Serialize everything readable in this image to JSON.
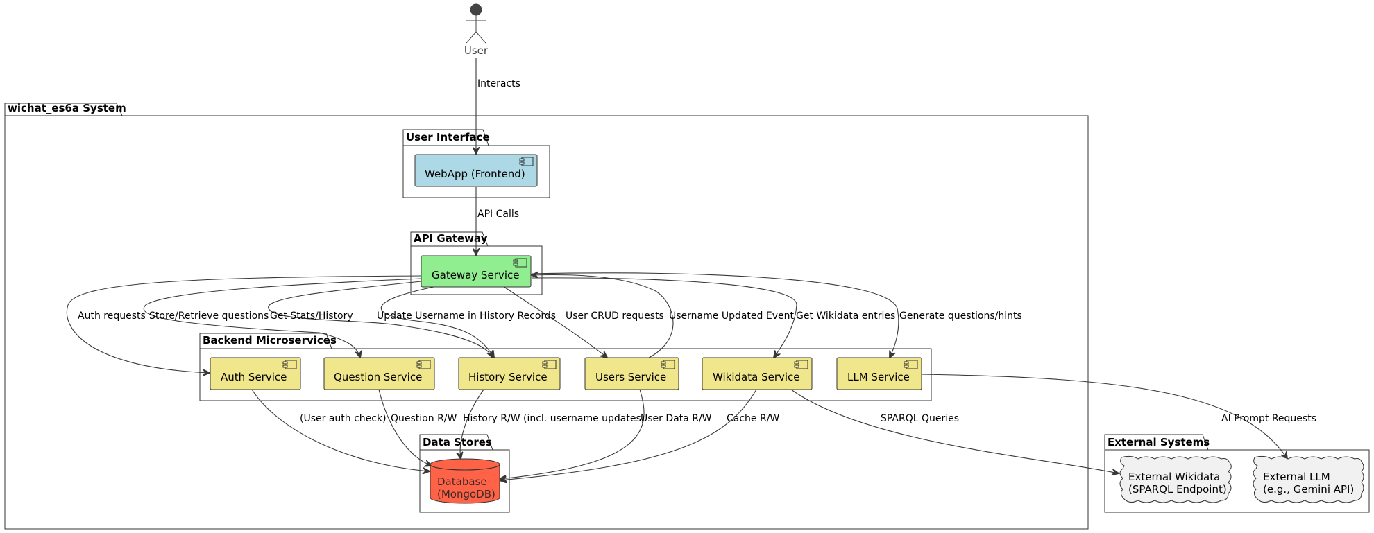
{
  "actor": {
    "label": "User"
  },
  "packages": {
    "system": "wichat_es6a System",
    "ui": "User Interface",
    "gateway": "API Gateway",
    "backend": "Backend Microservices",
    "datastores": "Data Stores",
    "external": "External Systems"
  },
  "components": {
    "webapp": "WebApp (Frontend)",
    "gateway": "Gateway Service",
    "auth": "Auth Service",
    "question": "Question Service",
    "history": "History Service",
    "users": "Users Service",
    "wikidata": "Wikidata Service",
    "llm": "LLM Service"
  },
  "database": {
    "line1": "Database",
    "line2": "(MongoDB)"
  },
  "external": {
    "wikidata_line1": "External Wikidata",
    "wikidata_line2": "(SPARQL Endpoint)",
    "llm_line1": "External LLM",
    "llm_line2": "(e.g., Gemini API)"
  },
  "edges": {
    "interacts": "Interacts",
    "api_calls": "API Calls",
    "auth_requests": "Auth requests",
    "store_questions": "Store/Retrieve questions",
    "get_stats": "Get Stats/History",
    "update_username": "Update Username in History Records",
    "user_crud": "User CRUD requests",
    "username_event": "Username Updated Event",
    "get_wikidata": "Get Wikidata entries",
    "generate_questions": "Generate questions/hints",
    "user_auth_check": "(User auth check)",
    "question_rw": "Question R/W",
    "history_rw": "History R/W (incl. username updates)",
    "user_data_rw": "User Data R/W",
    "cache_rw": "Cache R/W",
    "sparql": "SPARQL Queries",
    "ai_prompt": "AI Prompt Requests"
  },
  "colors": {
    "webapp": "#ADD8E6",
    "gateway": "#90EE90",
    "service": "#F0E68C",
    "database": "#FF6347",
    "cloud": "#F1F1F1",
    "actor": "#444444"
  }
}
